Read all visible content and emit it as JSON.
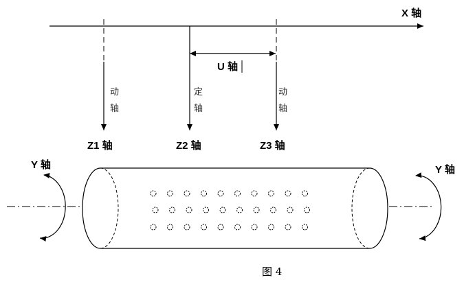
{
  "x_axis_label": "X 轴",
  "u_axis_label": "U 轴",
  "z1": {
    "label": "Z1 轴",
    "note": [
      "动",
      "轴"
    ]
  },
  "z2": {
    "label": "Z2 轴",
    "note": [
      "定",
      "轴"
    ]
  },
  "z3": {
    "label": "Z3 轴",
    "note": [
      "动",
      "轴"
    ]
  },
  "y_left_label": "Y 轴",
  "y_right_label": "Y 轴",
  "caption": "图 4",
  "hole_grid": {
    "rows": 3,
    "per_row": 10
  },
  "colors": {
    "line": "#000000",
    "text": "#000000",
    "note": "#333333"
  }
}
